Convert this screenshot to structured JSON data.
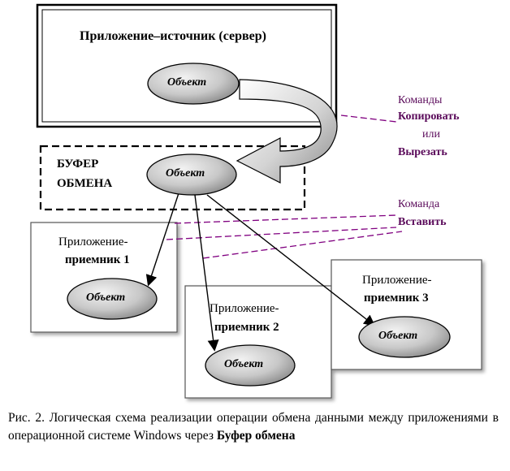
{
  "server": {
    "title": "Приложение–источник (сервер)",
    "object_label": "Объект"
  },
  "buffer": {
    "line1": "БУФЕР",
    "line2": "ОБМЕНА",
    "object_label": "Объект"
  },
  "commands": {
    "copy_cut": {
      "line1": "Команды",
      "line2": "Копировать",
      "line3": "или",
      "line4": "Вырезать"
    },
    "paste": {
      "line1": "Команда",
      "line2": "Вставить"
    }
  },
  "receivers": [
    {
      "line1": "Приложение-",
      "line2": "приемник 1",
      "object_label": "Объект"
    },
    {
      "line1": "Приложение-",
      "line2": "приемник 2",
      "object_label": "Объект"
    },
    {
      "line1": "Приложение-",
      "line2": "приемник 3",
      "object_label": "Объект"
    }
  ],
  "caption": {
    "text": "Рис. 2. Логическая схема реализации операции обмена данными между приложениями в операционной системе Windows через",
    "bold_tail": "Буфер обмена"
  },
  "colors": {
    "command_text": "#5a0a5a",
    "dashed_line": "#800080",
    "ellipse_fill": "#c8c8c8"
  }
}
